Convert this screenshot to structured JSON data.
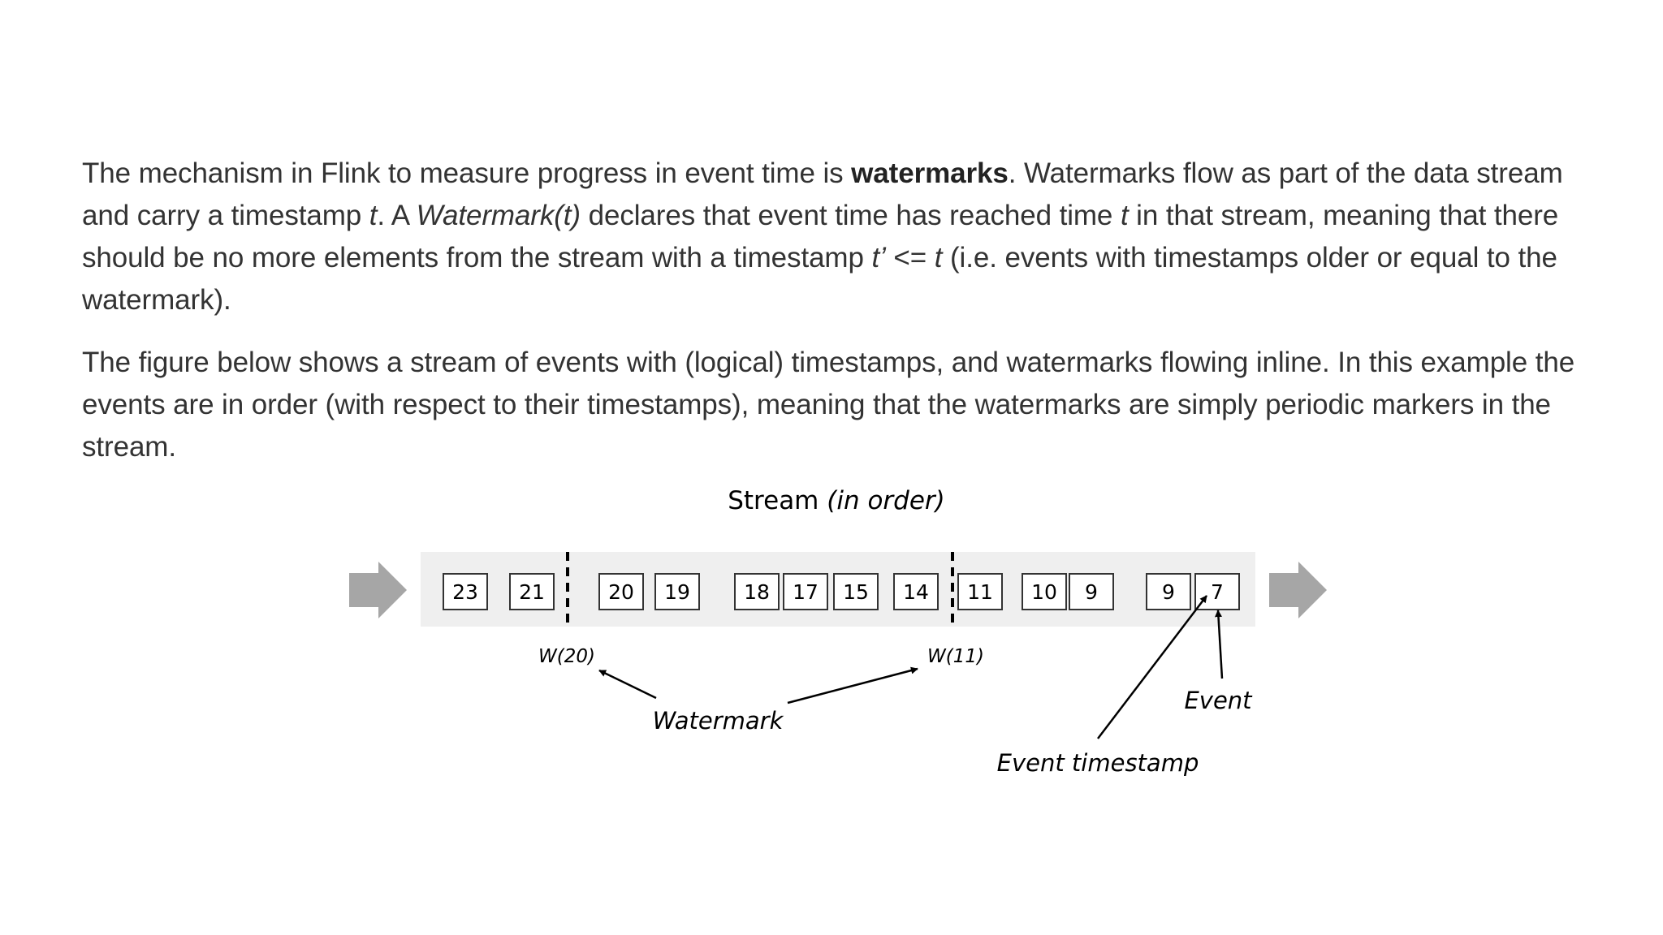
{
  "paragraph1": {
    "s1_a": "The mechanism in Flink to measure progress in event time is ",
    "s1_bold": "watermarks",
    "s1_b": ". Watermarks flow as part of the data stream and carry a timestamp ",
    "s1_t": "t",
    "s1_c": ". A ",
    "s1_wm": "Watermark(t)",
    "s1_d": " declares that event time has reached time ",
    "s1_t2": "t",
    "s1_e": " in that stream, meaning that there should be no more elements from the stream with a timestamp ",
    "s1_tp": "t’",
    "s1_f": " <= ",
    "s1_t3": "t",
    "s1_g": " (i.e. events with timestamps older or equal to the watermark)."
  },
  "paragraph2": {
    "text": "The figure below shows a stream of events with (logical) timestamps, and watermarks flowing inline. In this example the events are in order (with respect to their timestamps), meaning that the watermarks are simply periodic markers in the stream."
  },
  "figure": {
    "title_plain": "Stream ",
    "title_italic": "(in order)",
    "events": [
      "23",
      "21",
      "20",
      "19",
      "18",
      "17",
      "15",
      "14",
      "11",
      "10",
      "9",
      "9",
      "7"
    ],
    "watermark_labels": [
      "W(20)",
      "W(11)"
    ],
    "label_watermark": "Watermark",
    "label_event": "Event",
    "label_event_timestamp": "Event timestamp",
    "colors": {
      "stream_band": "#efefef",
      "flow_arrow": "#a6a6a6",
      "box_border": "#333333"
    }
  }
}
